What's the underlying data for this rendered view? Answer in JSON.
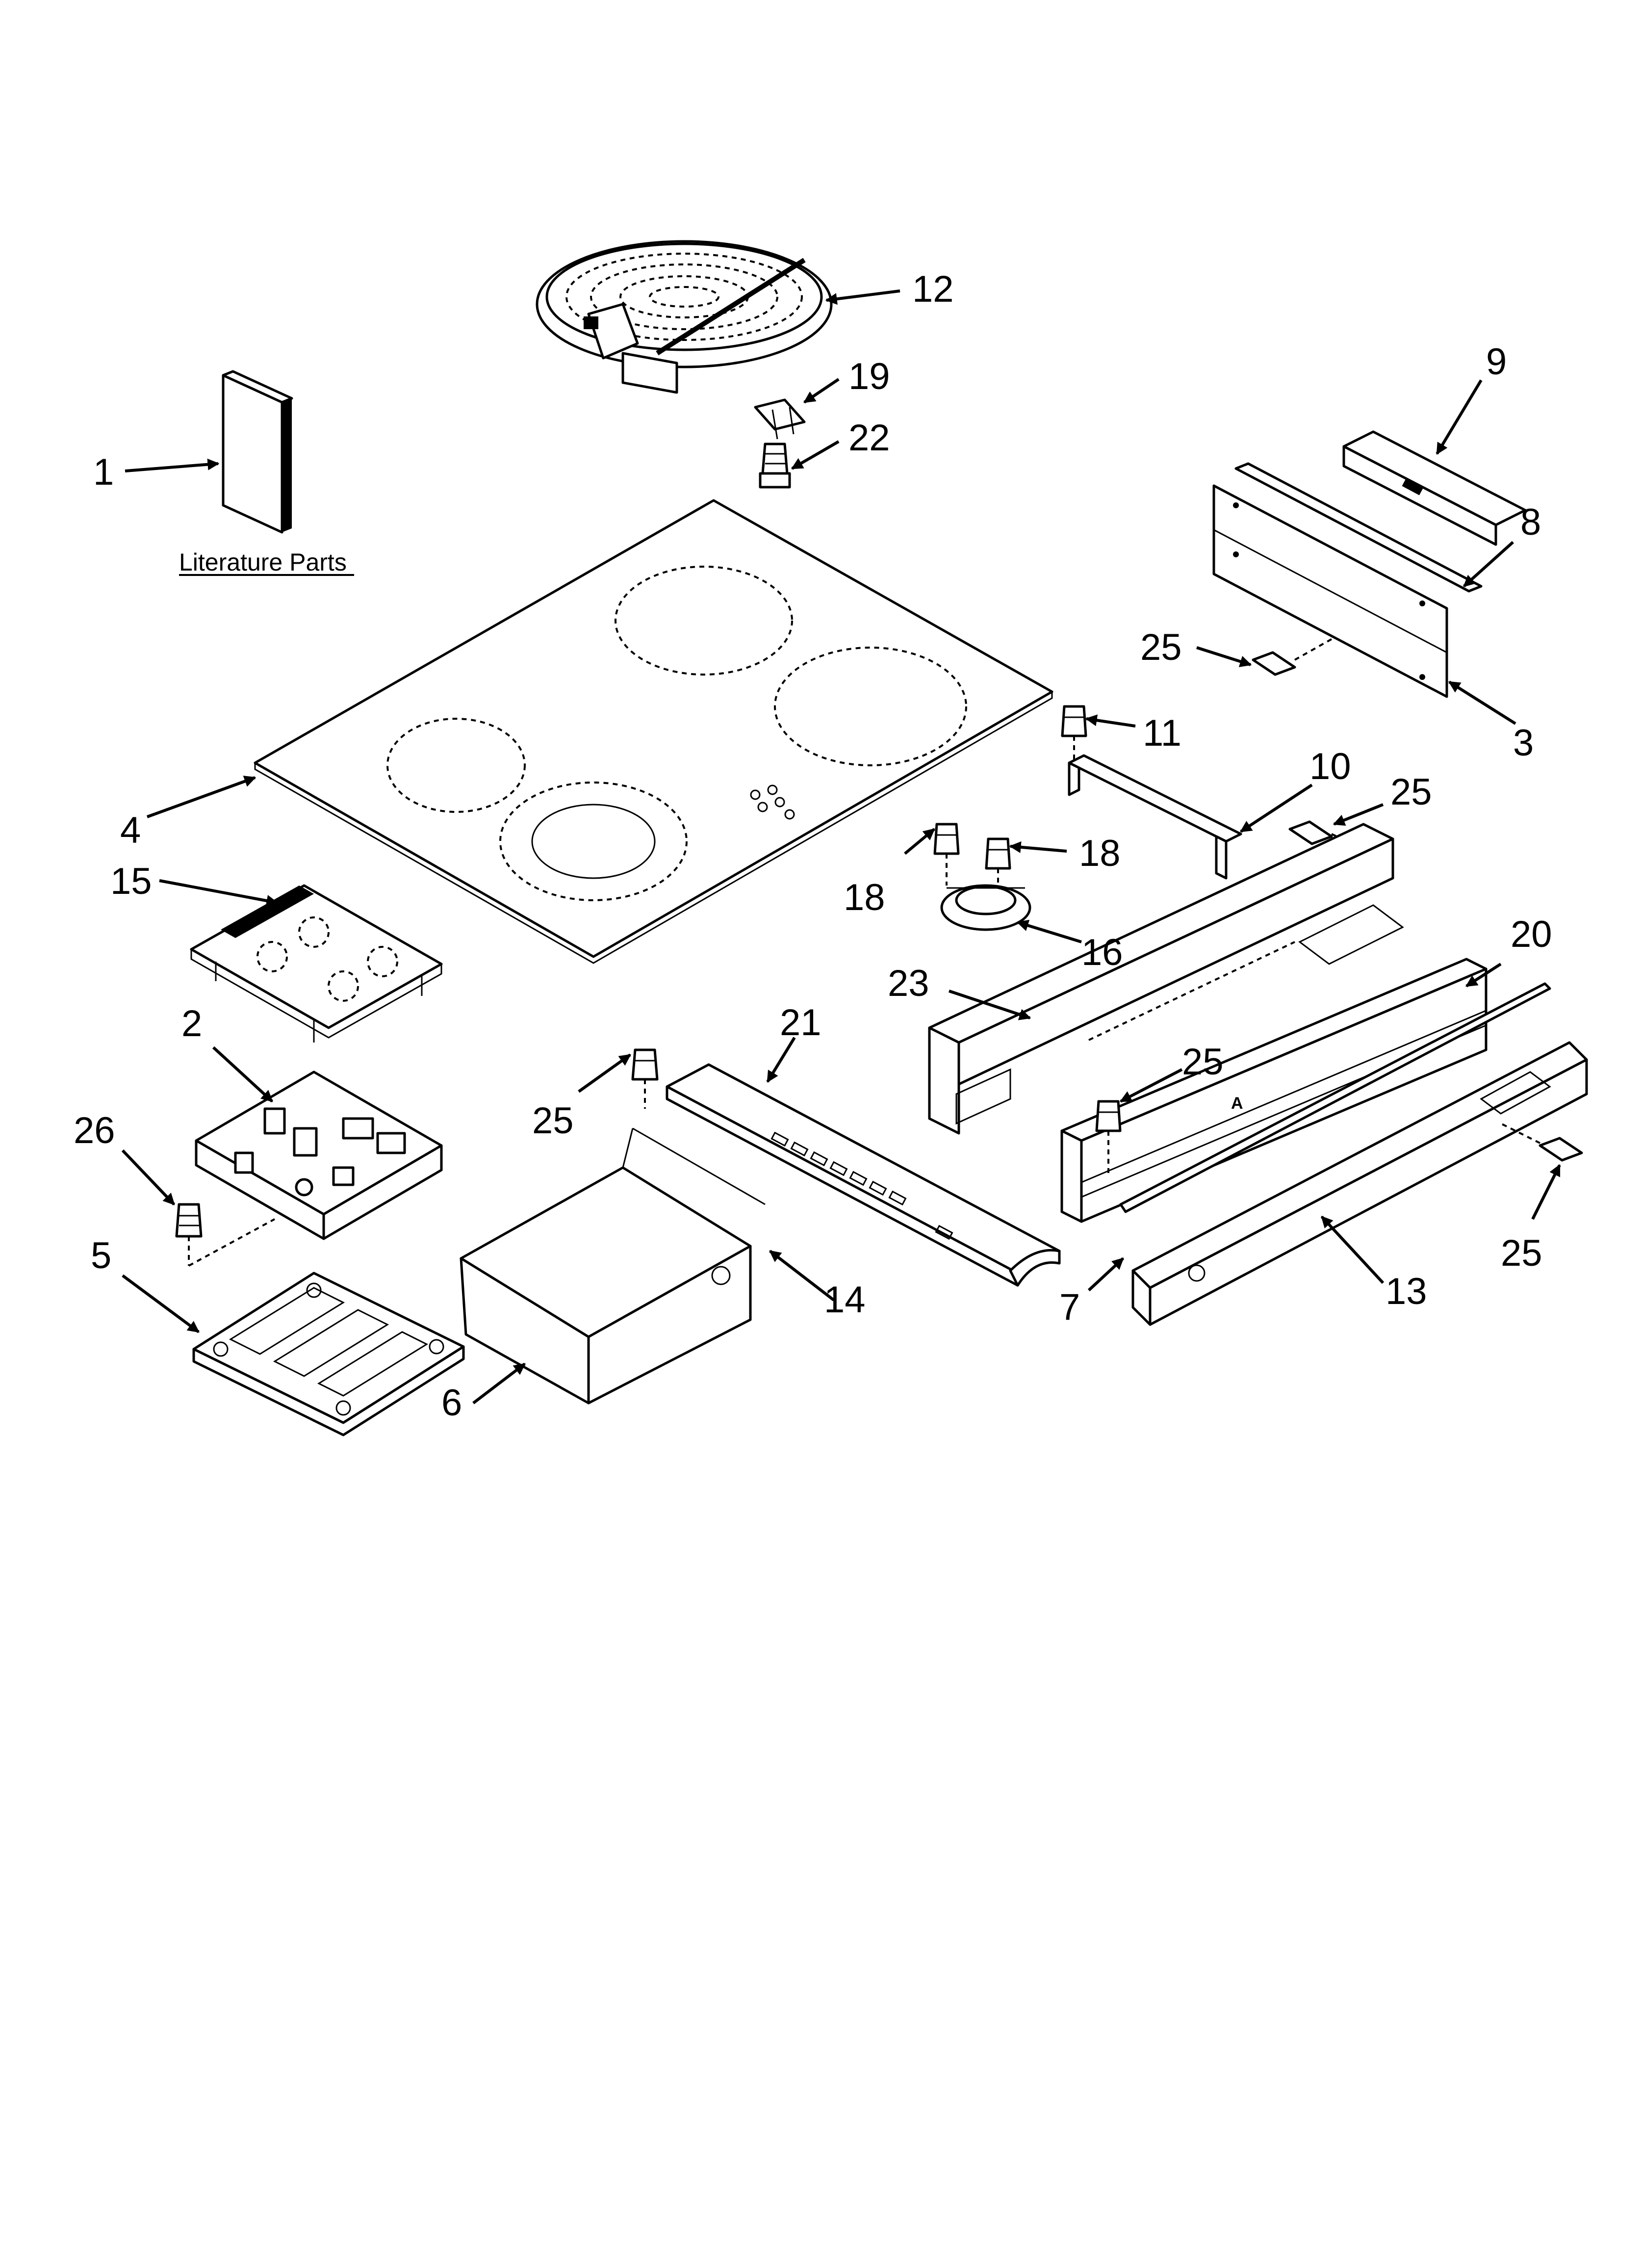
{
  "diagram": {
    "literature_label": "Literature Parts",
    "callouts": [
      {
        "id": "c1",
        "label": "1"
      },
      {
        "id": "c2",
        "label": "2"
      },
      {
        "id": "c3",
        "label": "3"
      },
      {
        "id": "c4",
        "label": "4"
      },
      {
        "id": "c5",
        "label": "5"
      },
      {
        "id": "c6",
        "label": "6"
      },
      {
        "id": "c7",
        "label": "7"
      },
      {
        "id": "c8",
        "label": "8"
      },
      {
        "id": "c9",
        "label": "9"
      },
      {
        "id": "c10",
        "label": "10"
      },
      {
        "id": "c11",
        "label": "11"
      },
      {
        "id": "c12",
        "label": "12"
      },
      {
        "id": "c13",
        "label": "13"
      },
      {
        "id": "c14",
        "label": "14"
      },
      {
        "id": "c15",
        "label": "15"
      },
      {
        "id": "c16",
        "label": "16"
      },
      {
        "id": "c18a",
        "label": "18"
      },
      {
        "id": "c18b",
        "label": "18"
      },
      {
        "id": "c19",
        "label": "19"
      },
      {
        "id": "c20",
        "label": "20"
      },
      {
        "id": "c21",
        "label": "21"
      },
      {
        "id": "c22",
        "label": "22"
      },
      {
        "id": "c23",
        "label": "23"
      },
      {
        "id": "c25a",
        "label": "25"
      },
      {
        "id": "c25b",
        "label": "25"
      },
      {
        "id": "c25c",
        "label": "25"
      },
      {
        "id": "c25d",
        "label": "25"
      },
      {
        "id": "c25e",
        "label": "25"
      },
      {
        "id": "c26",
        "label": "26"
      }
    ],
    "rail_marking": "A"
  }
}
